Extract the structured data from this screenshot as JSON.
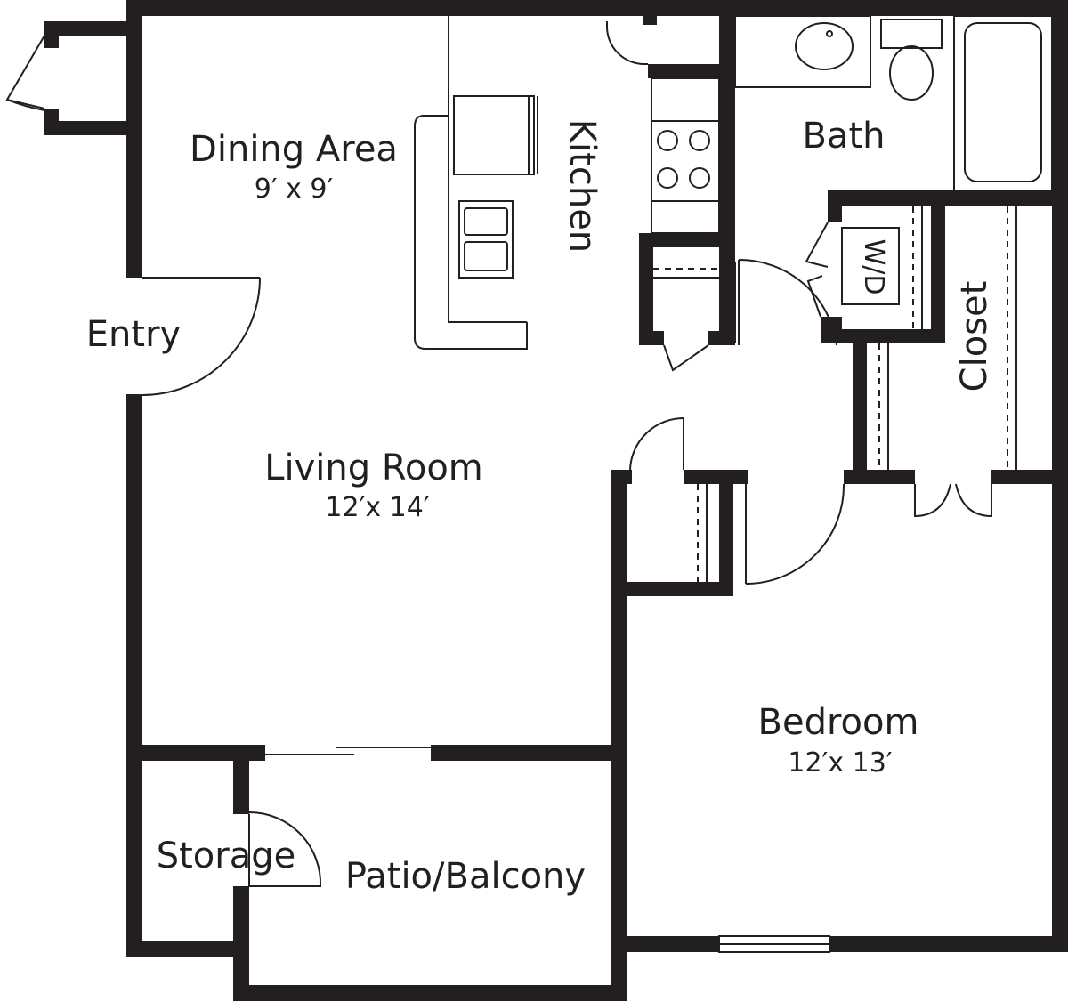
{
  "rooms": {
    "dining": {
      "name": "Dining Area",
      "size": "9′ x 9′"
    },
    "kitchen": {
      "name": "Kitchen"
    },
    "bath": {
      "name": "Bath"
    },
    "wd": {
      "name": "W/D"
    },
    "closet": {
      "name": "Closet"
    },
    "entry": {
      "name": "Entry"
    },
    "living": {
      "name": "Living Room",
      "size": "12′x 14′"
    },
    "bedroom": {
      "name": "Bedroom",
      "size": "12′x 13′"
    },
    "storage": {
      "name": "Storage"
    },
    "patio": {
      "name": "Patio/Balcony"
    }
  },
  "colors": {
    "wall": "#231f20",
    "background": "#ffffff"
  }
}
